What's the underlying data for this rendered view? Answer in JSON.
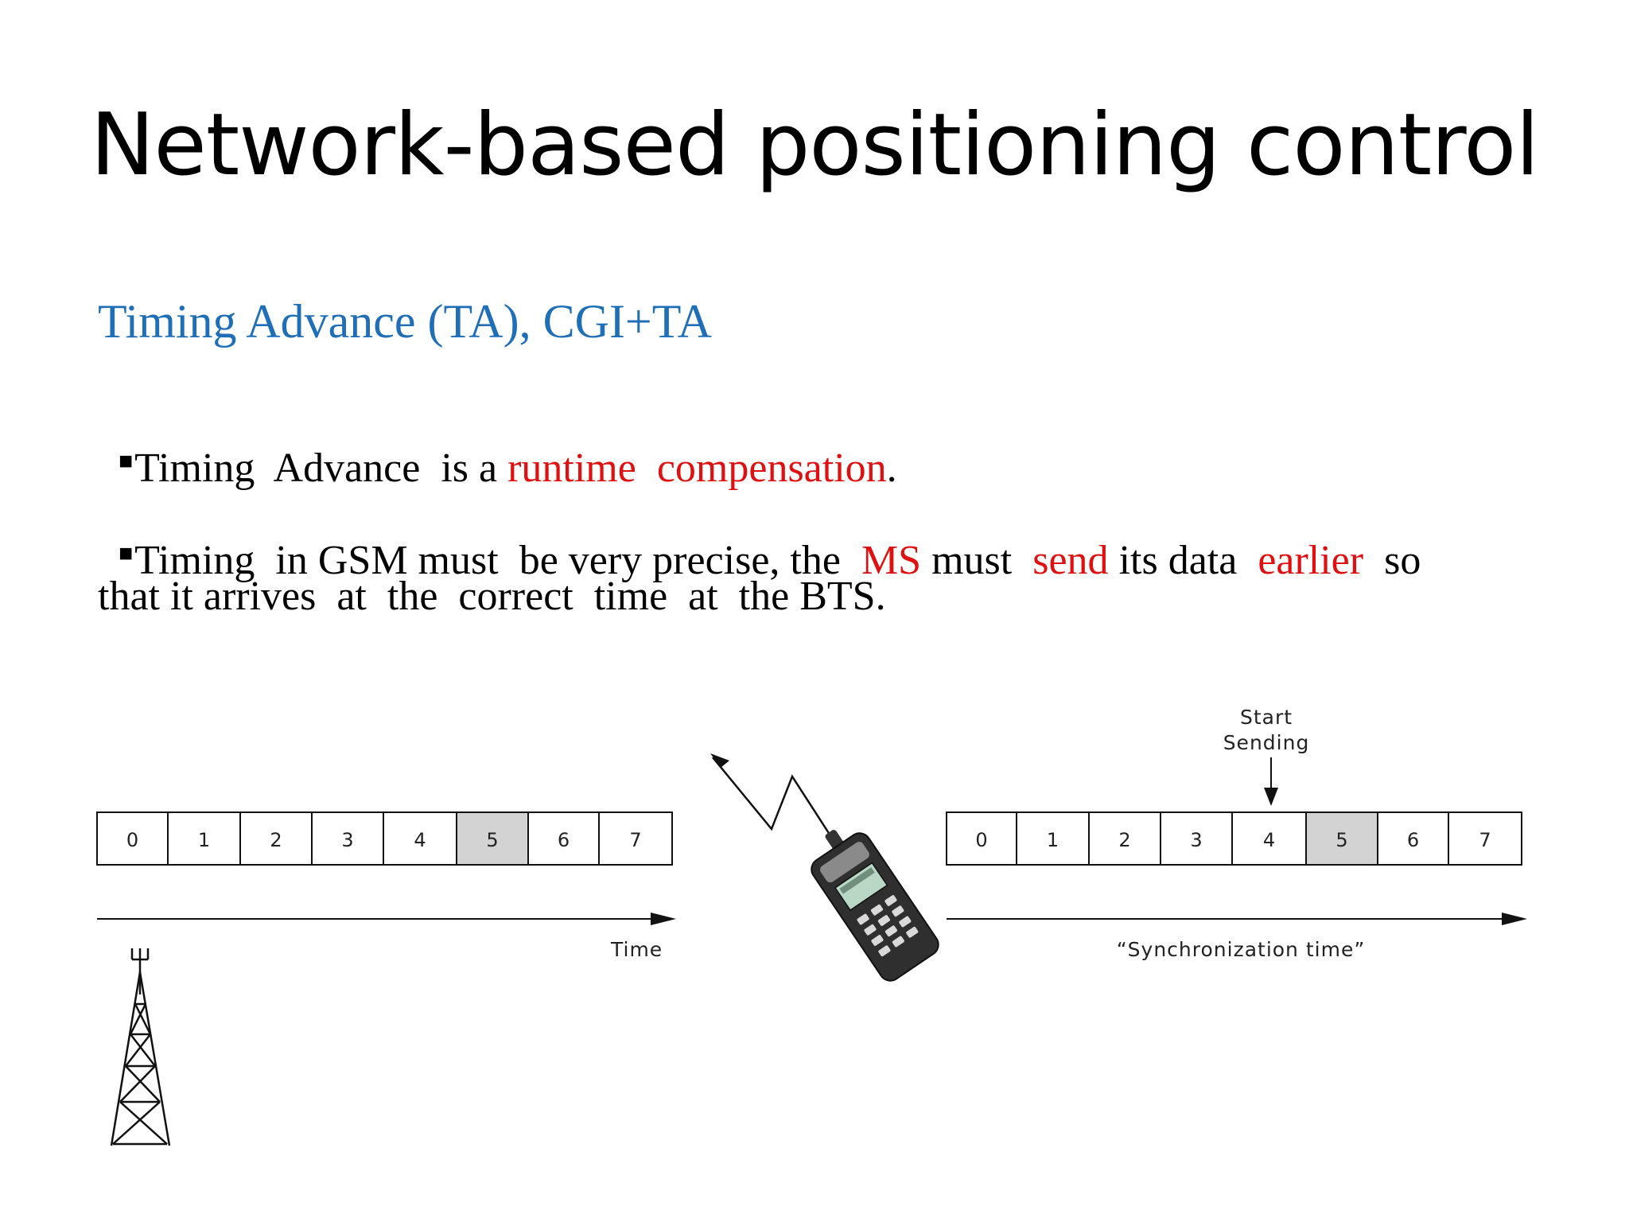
{
  "slide": {
    "title": "Network-based positioning control",
    "subtitle": "Timing Advance (TA), CGI+TA",
    "bullet1": {
      "parts": [
        "Timing  Advance  is a ",
        "runtime  compensation",
        "."
      ]
    },
    "bullet2": {
      "line1_parts": [
        "Timing  in GSM must  be very precise, the  ",
        "MS",
        " must  ",
        "send",
        " its data  ",
        "earlier",
        "  so"
      ],
      "line2": "that it arrives  at  the  correct  time  at  the BTS."
    }
  },
  "diagram": {
    "left_slots": [
      "0",
      "1",
      "2",
      "3",
      "4",
      "5",
      "6",
      "7"
    ],
    "right_slots": [
      "0",
      "1",
      "2",
      "3",
      "4",
      "5",
      "6",
      "7"
    ],
    "highlighted_slot": "5",
    "left_axis_label": "Time",
    "right_axis_label": "“Synchronization time”",
    "start_label_line1": "Start",
    "start_label_line2": "Sending",
    "icons": [
      "bts-tower-icon",
      "mobile-phone-icon",
      "radio-signal-icon"
    ]
  },
  "colors": {
    "subtitle": "#1F6FB8",
    "accent_red": "#E01010",
    "slot_highlight": "#D3D3D3"
  }
}
